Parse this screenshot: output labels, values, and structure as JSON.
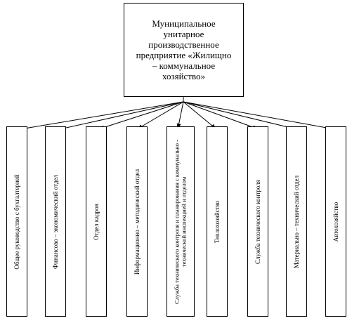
{
  "org_chart": {
    "root": {
      "title": "Муниципальное\nунитарное\nпроизводственное\nпредприятие «Жилищно\n– коммунальное\nхозяйство»"
    },
    "departments": [
      {
        "label": "Общее руководство с бухгалтерией"
      },
      {
        "label": "Финансово – экономический отдел"
      },
      {
        "label": "Отдел кадров"
      },
      {
        "label": "Информационно – методический отдел"
      },
      {
        "label": "Служба технического контроля и планирования с коммунально - технической инспекцией и отделом"
      },
      {
        "label": "Теплохозяйство"
      },
      {
        "label": "Служба технического контроля"
      },
      {
        "label": "Материально – технический отдел"
      },
      {
        "label": "Автохозяйство"
      }
    ]
  }
}
